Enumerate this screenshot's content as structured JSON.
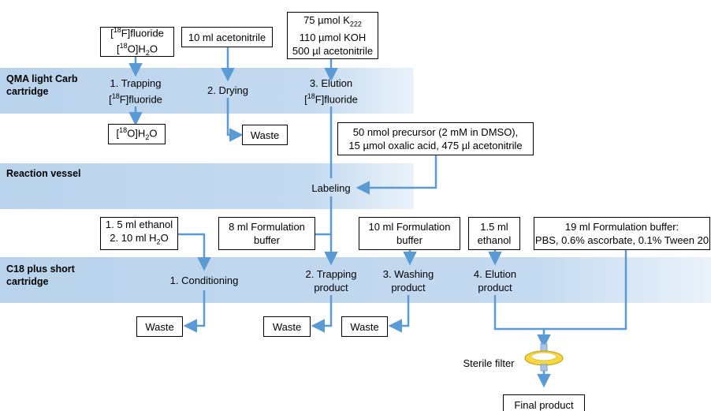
{
  "colors": {
    "band": "#b9d3ec",
    "arrow": "#5b9bd5",
    "box_border": "#000000",
    "filter_yellow": "#f5d742"
  },
  "bands": {
    "qma": "QMA light Carb cartridge",
    "reaction": "Reaction vessel",
    "c18": "C18 plus short cartridge"
  },
  "inputs": {
    "fluoride_water": {
      "l1_pre": "[",
      "l1_sup": "18",
      "l1_post": "F]fluoride",
      "l2_pre": "[",
      "l2_sup": "18",
      "l2_post": "O]H",
      "l2_sub": "2",
      "l2_end": "O"
    },
    "acetonitrile_10": "10 ml acetonitrile",
    "elution_mix": {
      "l1_pre": "75 µmol K",
      "l1_sub": "222",
      "l2": "110 µmol KOH",
      "l3": "500 µl acetonitrile"
    },
    "precursor_mix": {
      "l1": "50 nmol precursor (2 mM in DMSO),",
      "l2": "15 µmol oxalic acid, 475 µl acetonitrile"
    },
    "conditioning": {
      "l1": "1. 5 ml ethanol",
      "l2_pre": "2. 10 ml H",
      "l2_sub": "2",
      "l2_end": "O"
    },
    "formulation_8": {
      "l1": "8 ml Formulation",
      "l2": "buffer"
    },
    "formulation_10": {
      "l1": "10 ml Formulation",
      "l2": "buffer"
    },
    "ethanol_15": {
      "l1": "1.5 ml",
      "l2": "ethanol"
    },
    "formulation_19": {
      "l1": "19 ml Formulation buffer:",
      "l2": "PBS, 0.6% ascorbate, 0.1% Tween 20"
    }
  },
  "steps": {
    "trapping": {
      "l1": "1. Trapping",
      "l2_pre": "[",
      "l2_sup": "18",
      "l2_post": "F]fluoride"
    },
    "drying": "2. Drying",
    "elution": {
      "l1": "3. Elution",
      "l2_pre": "[",
      "l2_sup": "18",
      "l2_post": "F]fluoride"
    },
    "labeling": "Labeling",
    "conditioning": "1. Conditioning",
    "trapping_product": {
      "l1": "2. Trapping",
      "l2": "product"
    },
    "washing_product": {
      "l1": "3. Washing",
      "l2": "product"
    },
    "elution_product": {
      "l1": "4. Elution",
      "l2": "product"
    }
  },
  "outputs": {
    "water_out": {
      "pre": "[",
      "sup": "18",
      "post": "O]H",
      "sub": "2",
      "end": "O"
    },
    "waste": "Waste",
    "sterile_filter": "Sterile filter",
    "final_product": "Final product"
  }
}
